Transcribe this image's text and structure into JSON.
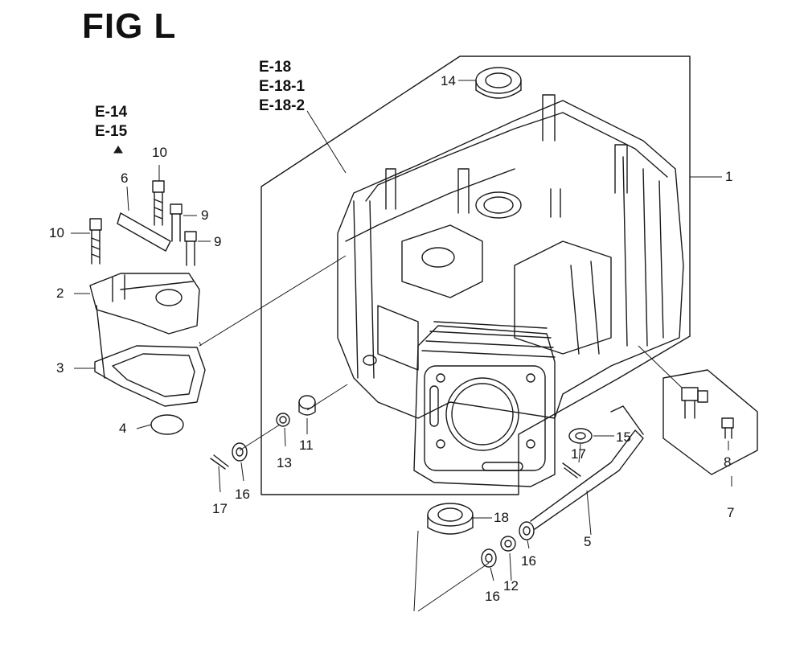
{
  "figure": {
    "title": "FIG L",
    "references": [
      {
        "id": "ref-e18",
        "lines": [
          "E-18",
          "E-18-1",
          "E-18-2"
        ]
      },
      {
        "id": "ref-e14",
        "lines": [
          "E-14",
          "E-15"
        ]
      }
    ]
  },
  "callouts": [
    {
      "id": "c1",
      "label": "1"
    },
    {
      "id": "c2",
      "label": "2"
    },
    {
      "id": "c3",
      "label": "3"
    },
    {
      "id": "c4",
      "label": "4"
    },
    {
      "id": "c5",
      "label": "5"
    },
    {
      "id": "c6",
      "label": "6"
    },
    {
      "id": "c7",
      "label": "7"
    },
    {
      "id": "c8",
      "label": "8"
    },
    {
      "id": "c9a",
      "label": "9"
    },
    {
      "id": "c9b",
      "label": "9"
    },
    {
      "id": "c10a",
      "label": "10"
    },
    {
      "id": "c10b",
      "label": "10"
    },
    {
      "id": "c11",
      "label": "11"
    },
    {
      "id": "c12",
      "label": "12"
    },
    {
      "id": "c13",
      "label": "13"
    },
    {
      "id": "c14",
      "label": "14"
    },
    {
      "id": "c15",
      "label": "15"
    },
    {
      "id": "c16a",
      "label": "16"
    },
    {
      "id": "c16b",
      "label": "16"
    },
    {
      "id": "c16c",
      "label": "16"
    },
    {
      "id": "c17a",
      "label": "17"
    },
    {
      "id": "c17b",
      "label": "17"
    },
    {
      "id": "c18",
      "label": "18"
    }
  ]
}
